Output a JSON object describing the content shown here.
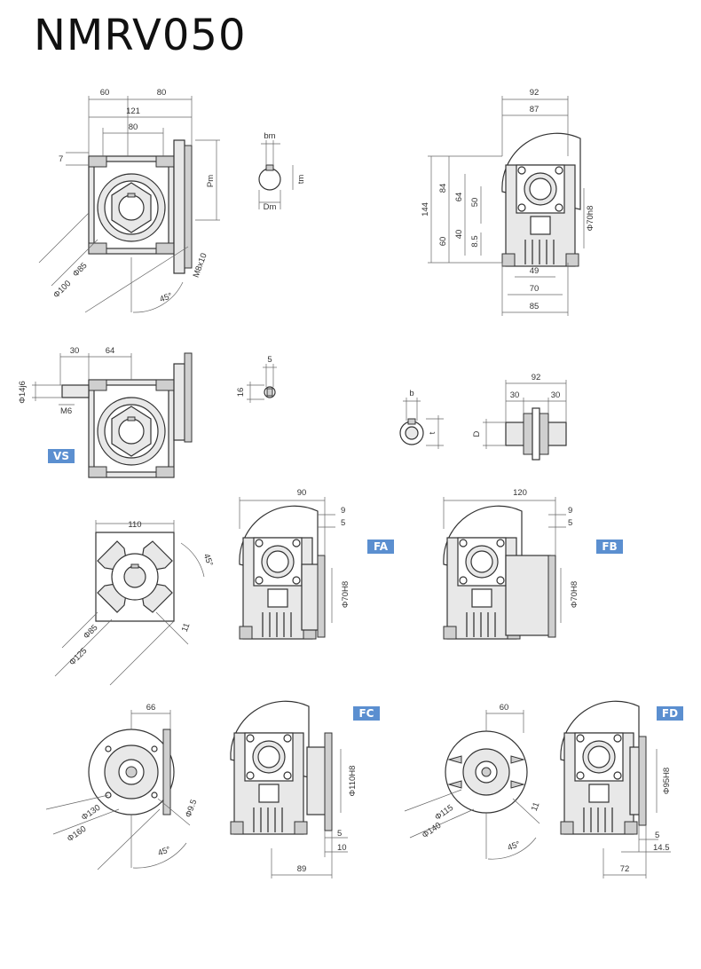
{
  "title": "NMRV050",
  "colors": {
    "badge": "#5b8fd0",
    "line": "#333333",
    "fill": "#e8e8e8"
  },
  "badges": [
    "VS",
    "FA",
    "FB",
    "FC",
    "FD"
  ],
  "main_view": {
    "dims": [
      "60",
      "80",
      "121",
      "80",
      "7",
      "Pm",
      "Φ85",
      "Φ100",
      "M8x10",
      "45°"
    ]
  },
  "shaft_detail": {
    "dims": [
      "bm",
      "tm",
      "Dm"
    ]
  },
  "side_view": {
    "dims": [
      "92",
      "87",
      "144",
      "84",
      "64",
      "50",
      "60",
      "40",
      "8.5",
      "Φ70h8",
      "49",
      "70",
      "85"
    ]
  },
  "vs_view": {
    "dims": [
      "30",
      "64",
      "Φ14j6",
      "M6"
    ]
  },
  "key_detail_vs": {
    "dims": [
      "5",
      "16"
    ]
  },
  "key_detail_bore": {
    "dims": [
      "b",
      "t",
      "D"
    ]
  },
  "output_shaft": {
    "dims": [
      "92",
      "30",
      "30"
    ]
  },
  "flange_square": {
    "dims": [
      "110",
      "45°",
      "Φ85",
      "Φ125",
      "11"
    ]
  },
  "fa_view": {
    "dims": [
      "90",
      "9",
      "5",
      "Φ70H8"
    ]
  },
  "fb_view": {
    "dims": [
      "120",
      "9",
      "5",
      "Φ70H8"
    ]
  },
  "flange_round_fc": {
    "dims": [
      "66",
      "Φ130",
      "Φ160",
      "Φ9.5",
      "45°"
    ]
  },
  "fc_view": {
    "dims": [
      "Φ110H8",
      "5",
      "10",
      "89"
    ]
  },
  "flange_round_fd": {
    "dims": [
      "60",
      "Φ115",
      "Φ140",
      "11",
      "45°"
    ]
  },
  "fd_view": {
    "dims": [
      "Φ95H8",
      "5",
      "14.5",
      "72"
    ]
  }
}
